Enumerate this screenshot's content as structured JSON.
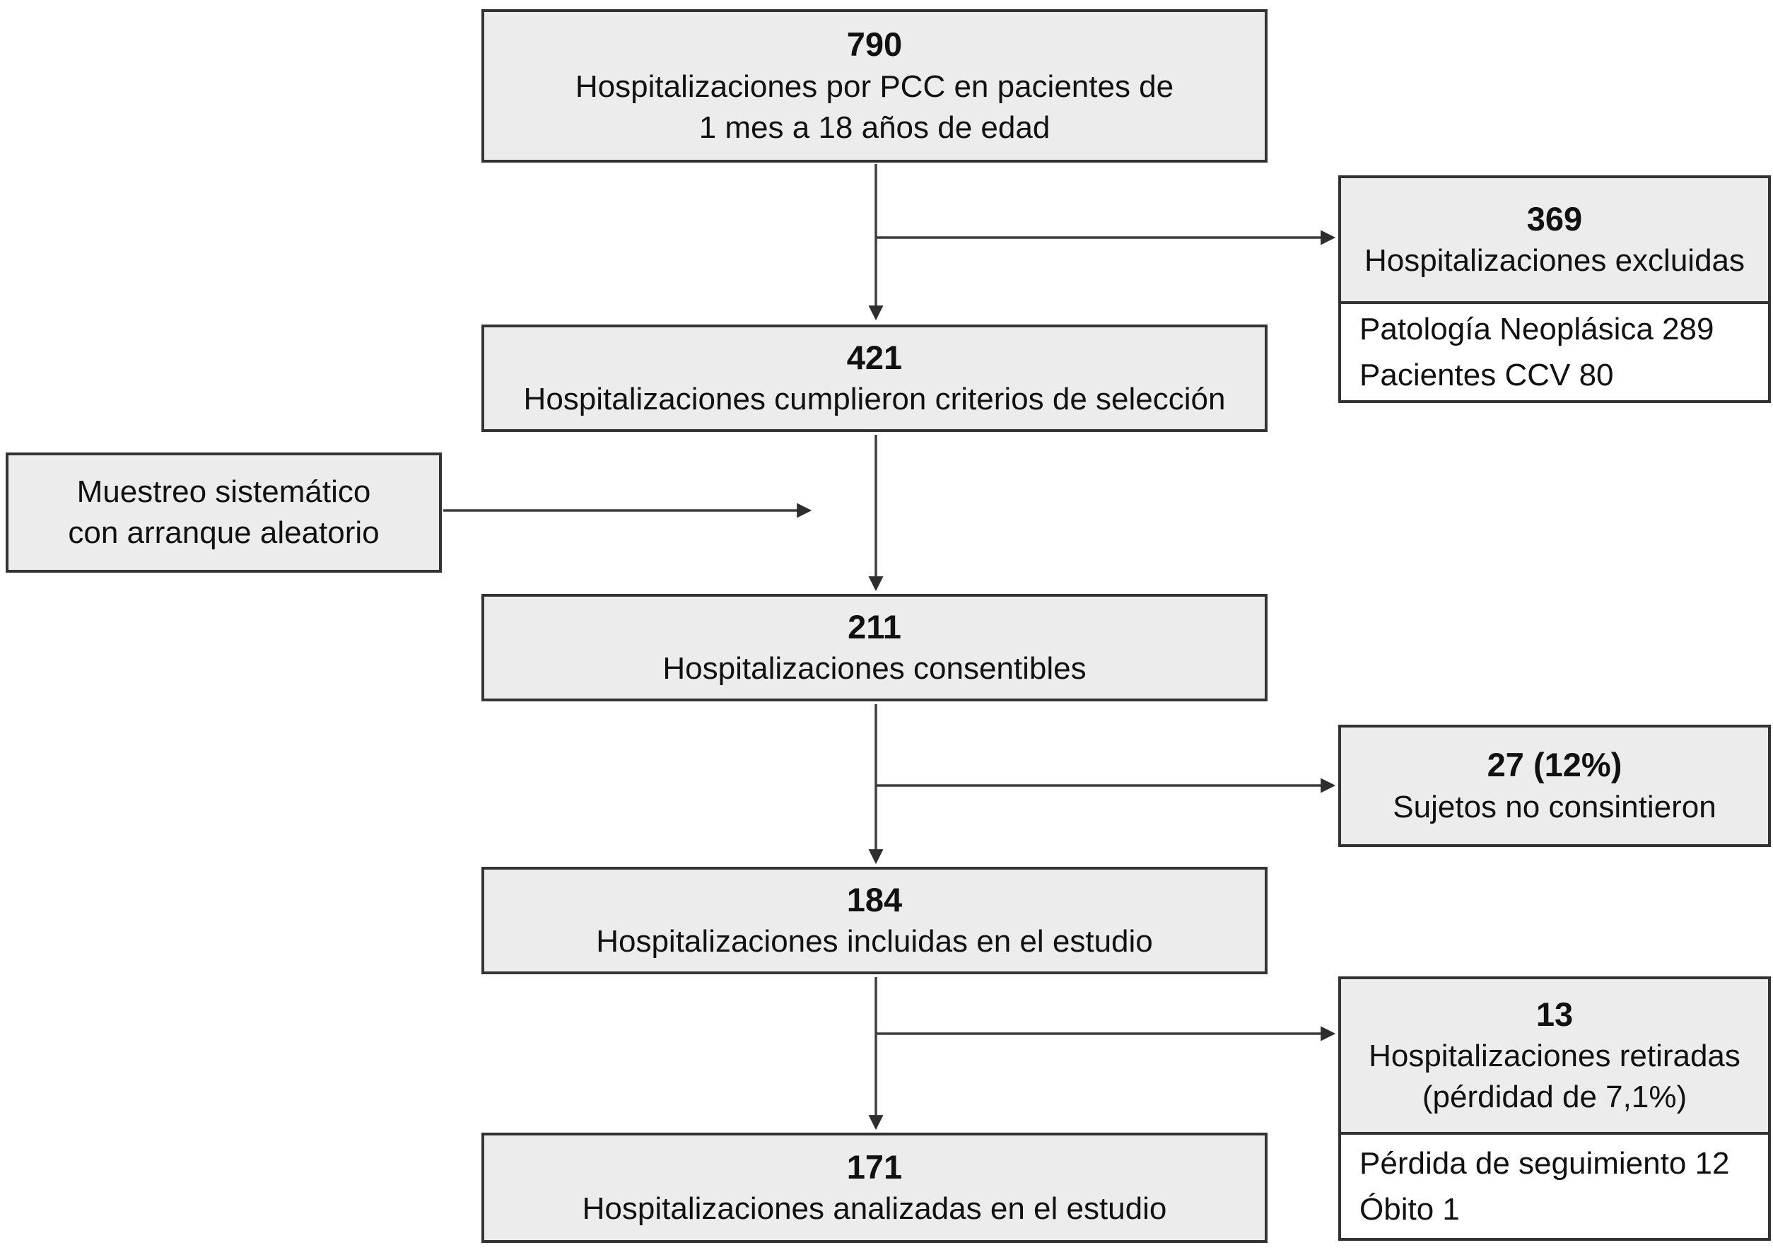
{
  "diagram": {
    "type": "study-flowchart",
    "colors": {
      "box_fill": "#ececec",
      "box_border": "#333333",
      "detail_fill": "#ffffff",
      "arrow": "#3d3d3d",
      "text": "#111111"
    },
    "boxes": {
      "source": {
        "number": "790",
        "label": "Hospitalizaciones por PCC en pacientes de\n1 mes a 18 años de edad"
      },
      "excluded": {
        "number": "369",
        "label": "Hospitalizaciones excluidas",
        "details": "Patología Neoplásica 289\nPacientes CCV 80"
      },
      "selected": {
        "number": "421",
        "label": "Hospitalizaciones cumplieron criterios de selección"
      },
      "sampling": {
        "label": "Muestreo sistemático\ncon arranque aleatorio"
      },
      "consentable": {
        "number": "211",
        "label": "Hospitalizaciones consentibles"
      },
      "no_consent": {
        "number": "27 (12%)",
        "label": "Sujetos no consintieron"
      },
      "included": {
        "number": "184",
        "label": "Hospitalizaciones incluidas en el estudio"
      },
      "withdrawn": {
        "number": "13",
        "label": "Hospitalizaciones retiradas\n(pérdidad de 7,1%)",
        "details": "Pérdida de seguimiento 12\nÓbito 1"
      },
      "analyzed": {
        "number": "171",
        "label": "Hospitalizaciones analizadas en el estudio"
      }
    }
  }
}
